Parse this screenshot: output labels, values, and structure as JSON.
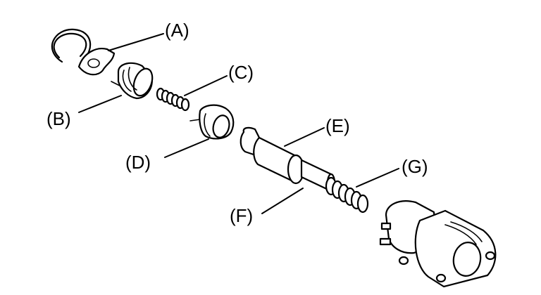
{
  "labels": {
    "a": "(A)",
    "b": "(B)",
    "c": "(C)",
    "d": "(D)",
    "e": "(E)",
    "f": "(F)",
    "g": "(G)"
  },
  "colors": {
    "ink": "#000000",
    "paper": "#ffffff"
  }
}
